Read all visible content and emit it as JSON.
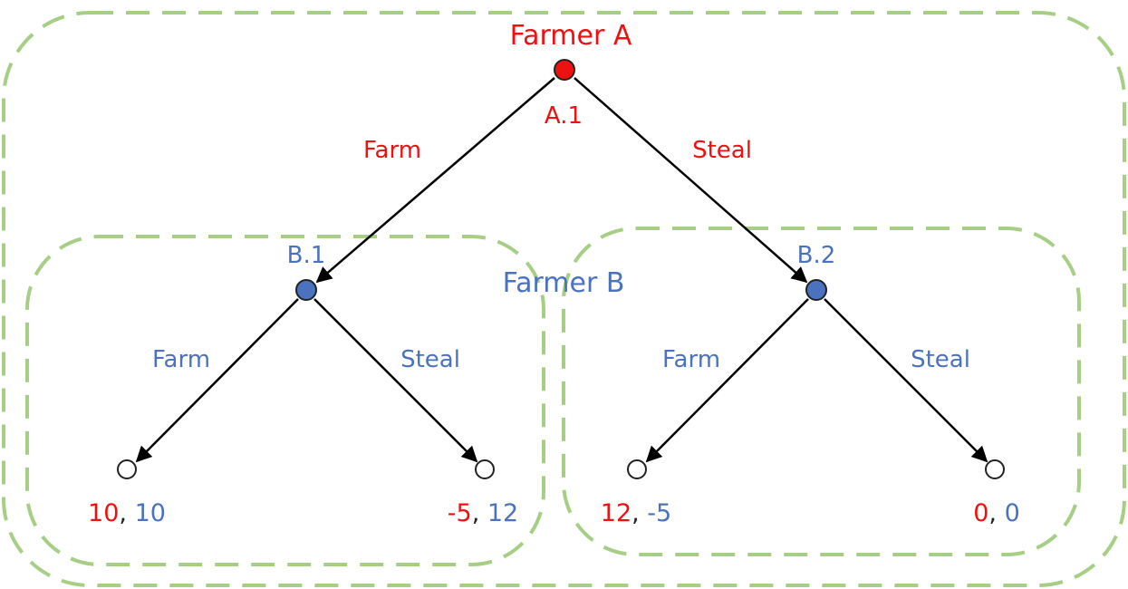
{
  "colors": {
    "player_a": "#ee1111",
    "player_b": "#4a72bf",
    "subgame_outline": "#a6cf85",
    "edge": "#000000",
    "terminal_fill": "#ffffff"
  },
  "players": {
    "a": {
      "name": "Farmer A"
    },
    "b": {
      "name": "Farmer B"
    }
  },
  "nodes": {
    "root": {
      "label": "A.1"
    },
    "b1": {
      "label": "B.1"
    },
    "b2": {
      "label": "B.2"
    }
  },
  "edges": {
    "root_b1": "Farm",
    "root_b2": "Steal",
    "b1_t1": "Farm",
    "b1_t2": "Steal",
    "b2_t3": "Farm",
    "b2_t4": "Steal"
  },
  "payoffs": {
    "t1": {
      "a": "10",
      "b": "10"
    },
    "t2": {
      "a": "-5",
      "b": "12"
    },
    "t3": {
      "a": "12",
      "b": "-5"
    },
    "t4": {
      "a": "0",
      "b": "0"
    }
  },
  "payoff_separator": ", "
}
